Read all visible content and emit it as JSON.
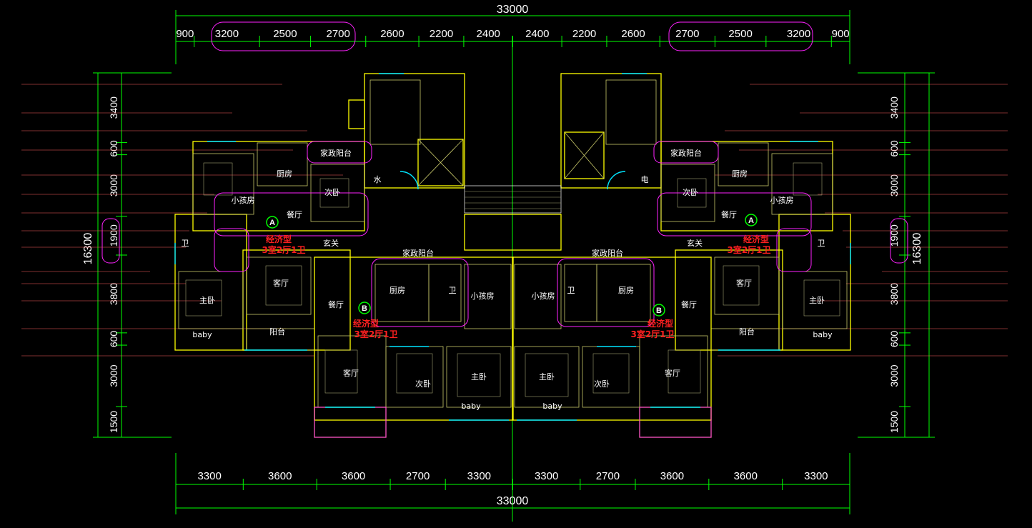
{
  "dimensions": {
    "total_top": "33000",
    "total_bottom": "33000",
    "top_segments": [
      "900",
      "3200",
      "2500",
      "2700",
      "2600",
      "2200",
      "2400",
      "2400",
      "2200",
      "2600",
      "2700",
      "2500",
      "3200",
      "900"
    ],
    "bottom_segments": [
      "3300",
      "3600",
      "3600",
      "2700",
      "3300",
      "3300",
      "2700",
      "3600",
      "3600",
      "3300"
    ],
    "left_total": "16300",
    "right_total": "16300",
    "left_segments": [
      "3400",
      "600",
      "3000",
      "1900",
      "3800",
      "600",
      "3000",
      "1500"
    ],
    "right_segments": [
      "3400",
      "600",
      "3000",
      "1900",
      "3800",
      "600",
      "3000",
      "1500"
    ]
  },
  "rooms": {
    "family_balcony": "家政阳台",
    "kitchen": "厨房",
    "second_bedroom": "次卧",
    "small_bedroom": "小孩房",
    "dining": "餐厅",
    "foyer": "玄关",
    "bath": "卫",
    "living": "客厅",
    "master": "主卧",
    "balcony": "阳台",
    "water": "水",
    "electric": "电",
    "baby": "baby"
  },
  "units": {
    "type_a_tag": "A",
    "type_b_tag": "B",
    "type_name": "经济型",
    "type_desc": "3室2厅1卫"
  },
  "colors": {
    "dimension": "#00ff00",
    "wall": "#ffff00",
    "window": "#00e5ff",
    "revision_cloud": "#ff22ff",
    "unit_label": "#ff2020",
    "note_leader": "#ff6060"
  }
}
